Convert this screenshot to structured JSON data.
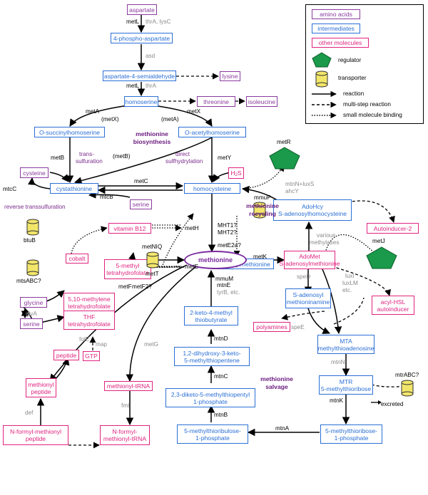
{
  "colors": {
    "amino_acid": "#8b3a9e",
    "intermediate": "#2a6fd6",
    "other": "#e0237f",
    "regulator": "#1a9a4a",
    "transporter": "#f2e66a"
  },
  "legend": {
    "amino_acids": "amino acids",
    "intermediates": "intermediates",
    "other_molecules": "other molecules",
    "regulator": "regulator",
    "transporter": "transporter",
    "reaction": "reaction",
    "multi_step": "multi-step reaction",
    "small_molecule": "small molecule binding"
  },
  "titles": {
    "biosynthesis_1": "methionine",
    "biosynthesis_2": "biosynthesis",
    "recycling_1": "methionine",
    "recycling_2": "recycling",
    "salvage_1": "methionine",
    "salvage_2": "salvage"
  },
  "nodes": {
    "aspartate": "aspartate",
    "phospho_aspartate": "4-phospho-aspartate",
    "semialdehyde": "aspartate-4-semialdehyde",
    "lysine": "lysine",
    "homoserine": "homoserine",
    "threonine": "threonine",
    "isoleucine": "isoleucine",
    "o_succinyl": "O-succinylhomoserine",
    "o_acetyl": "O-acetylhomoserine",
    "cysteine": "cysteine",
    "cystathionine": "cystathionine",
    "serine_top": "serine",
    "homocysteine": "homocysteine",
    "h2s_main": "H",
    "h2s_sub": "2",
    "h2s_end": "S",
    "metR": "metR",
    "adohcy_1": "AdoHcy",
    "adohcy_2": "S-adenosylhomocysteine",
    "autoinducer2": "Autoinducer-2",
    "btuB": "btuB",
    "vitamin_b12": "vitamin B12",
    "metH": "metH",
    "mtsABC": "mtsABC?",
    "cobalt": "cobalt",
    "methyl_thf_1": "5-methyl",
    "methyl_thf_2": "tetrahydrofolate",
    "metE": "metE",
    "mmuP": "mmuP",
    "s_methylmethionine": "S-methylmethionine",
    "metJ": "metJ",
    "glycine": "glycine",
    "serine_mid": "serine",
    "methylene_thf_1": "5,10-methylene",
    "methylene_thf_2": "tetrahydrofolate",
    "thf_1": "THF",
    "thf_2": "tetrahydrofolate",
    "gtp": "GTP",
    "metNIQ": "metNIQ",
    "metT": "metT",
    "methionine": "methionine",
    "adomet_1": "AdoMet",
    "adomet_2": "S-adenosylmethionine",
    "acyl_hsl_1": "acyl-HSL",
    "acyl_hsl_2": "autoinducer",
    "keto_1": "2-keto-4-methyl",
    "keto_2": "thiobutyrate",
    "s_adenosyl_1": "S-adenosyl",
    "s_adenosyl_2": "methioninamine",
    "polyamines": "polyamines",
    "peptide": "peptide",
    "dihydroxy_1": "1,2-dihydroxy-3-keto-",
    "dihydroxy_2": "5-methylthiopentene",
    "mta_1": "MTA",
    "mta_2": "methylthioadenosine",
    "methionyl_peptide_1": "methionyl",
    "methionyl_peptide_2": "peptide",
    "methionyl_trna": "methionyl-tRNA",
    "diketo_1": "2,3-diketo-5-methylthiopentyl",
    "diketo_2": "1-phosphate",
    "mtr_1": "MTR",
    "mtr_2": "5-methylthioribose",
    "mtrABC": "mtrABC?",
    "excreted": "excreted",
    "formyl_peptide_1": "N-formyl-methionyl",
    "formyl_peptide_2": "peptide",
    "formyl_trna_1": "N-formyl-",
    "formyl_trna_2": "methionyl-tRNA",
    "ribulose_1": "5-methylthioribulose-",
    "ribulose_2": "1-phosphate",
    "ribose_p_1": "5-methylthioribose-",
    "ribose_p_2": "1-phosphate"
  },
  "labels": {
    "metL_1": "metL",
    "thrA_lysC": "thrA, lysC",
    "asd": "asd",
    "metL_2": "metL",
    "thrA": "thrA",
    "metA_left": "metA",
    "metX_left": "(metX)",
    "metX_right": "metX",
    "metA_right": "(metA)",
    "metB": "metB",
    "trans_1": "trans-",
    "trans_2": "sulfuration",
    "metB_paren": "(metB)",
    "direct_1": "direct",
    "direct_2": "sulfhydrylation",
    "metY": "metY",
    "metC": "metC",
    "mtcC": "mtcC",
    "mtcB": "mtcB",
    "reverse": "reverse transsulfuration",
    "mtnN_luxS": "mtnN+luxS",
    "ahcY": "ahcY",
    "mht1": "MHT1?",
    "mht2": "MHT2?",
    "metE2a": "metE2a?",
    "various_1": "various",
    "various_2": "methylases",
    "metF": "metF",
    "metF2": "metF2?",
    "mmuM": "mmuM",
    "glyA": "glyA",
    "folE": "folE",
    "metK": "metK",
    "mtnE": "mtnE",
    "tyrB": "tyrB, etc.",
    "speD": "speD",
    "luxI": "luxI",
    "luxLM": "luxLM",
    "etc": "etc.",
    "speE": "speE",
    "map": "map",
    "metG": "metG",
    "mtnD": "mtnD",
    "mtnC": "mtnC",
    "mtnN": "mtnN",
    "mtnK": "mtnK",
    "fmt": "fmt",
    "def": "def",
    "mtnB": "mtnB",
    "mtnA": "mtnA"
  }
}
